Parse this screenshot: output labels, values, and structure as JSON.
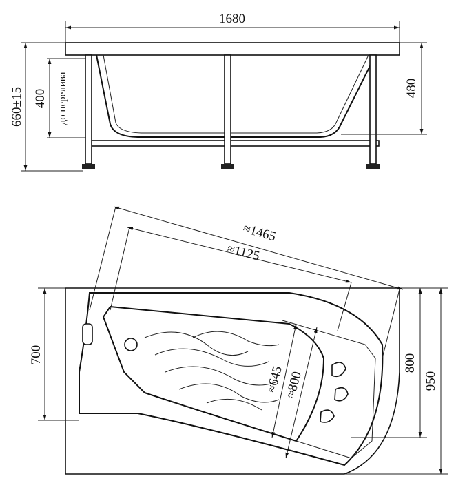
{
  "side_view": {
    "width_label": "1680",
    "height_label": "660±15",
    "overflow_height_label": "400",
    "overflow_caption": "до перелива",
    "depth_label": "480"
  },
  "top_view": {
    "diagonal_outer_label": "≈1465",
    "diagonal_inner_label": "≈1125",
    "left_width_label": "700",
    "right_inner_label": "800",
    "right_outer_label": "950",
    "inner_width_label": "≈645",
    "inner_length_label": "≈800"
  }
}
